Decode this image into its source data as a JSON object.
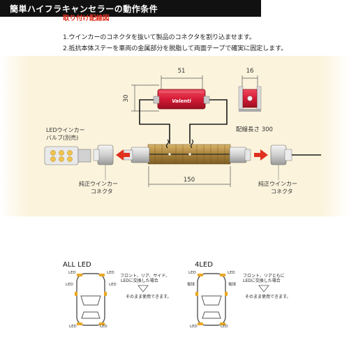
{
  "heading": "取り付け配線図",
  "steps": [
    "1.ウインカーのコネクタを抜いて製品のコネクタを割り込ませます。",
    "2.抵抗本体ステーを車両の金属部分を脱脂して両面テープで確実に固定します。"
  ],
  "diagram": {
    "dim_width": "51",
    "dim_height": "30",
    "dim_depth": "16",
    "dim_total": "150",
    "cable_length": "配線長さ 300",
    "led_bulb_label_1": "LEDウインカー",
    "led_bulb_label_2": "バルブ(別売)",
    "connector_left_1": "純正ウインカー",
    "connector_left_2": "コネクタ",
    "connector_right_1": "純正ウインカー",
    "connector_right_2": "コネクタ",
    "resistor_brand": "Valenti"
  },
  "section_title": "簡単ハイフラキャンセラーの動作条件",
  "cases": [
    {
      "title": "ALL LED",
      "desc_1": "フロント、リア、サイド、",
      "desc_2": "LEDに交換した場合",
      "result": "そのまま使用できます。",
      "labels": [
        "LED",
        "LED",
        "LED",
        "LED",
        "LED",
        "LED"
      ]
    },
    {
      "title": "4LED",
      "desc_1": "フロント、リアともに",
      "desc_2": "LEDに交換した場合",
      "result": "そのまま使用できます。",
      "labels": [
        "電球",
        "LED",
        "電球",
        "LED",
        "LED",
        "LED"
      ]
    }
  ],
  "colors": {
    "accent_red": "#e0301e",
    "diagram_bg": "#fbf3dc",
    "resistor_red": "#d51b35",
    "amber": "#e9a825"
  }
}
